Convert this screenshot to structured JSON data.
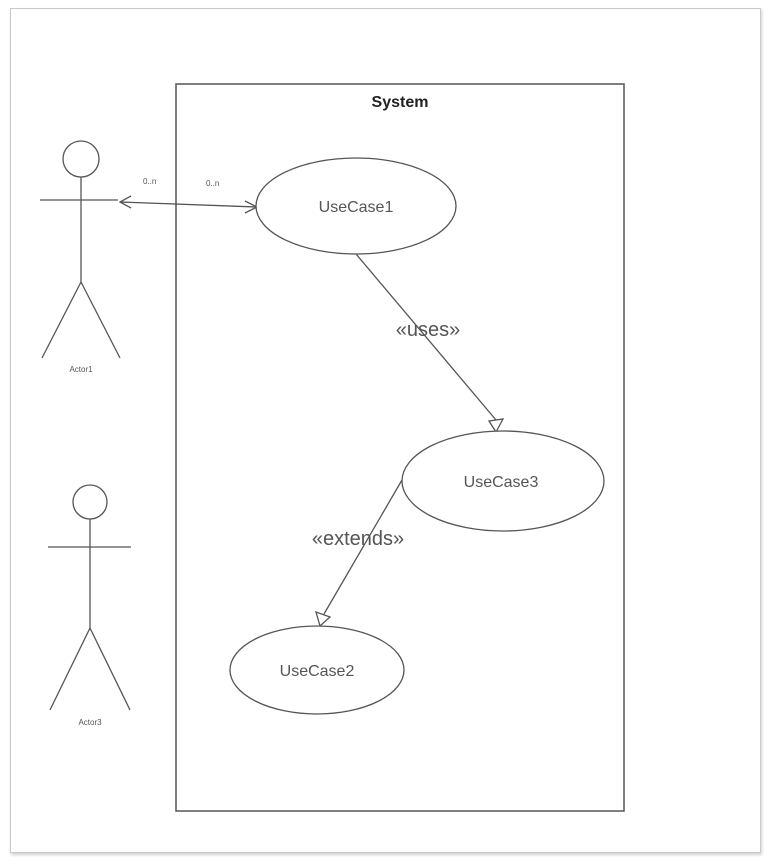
{
  "system": {
    "title": "System"
  },
  "actors": [
    {
      "name": "Actor1"
    },
    {
      "name": "Actor3"
    }
  ],
  "use_cases": [
    {
      "label": "UseCase1"
    },
    {
      "label": "UseCase3"
    },
    {
      "label": "UseCase2"
    }
  ],
  "associations": {
    "actor1_usecase1": {
      "actor_end": "0..n",
      "usecase_end": "0..n"
    }
  },
  "relationships": {
    "uses": "«uses»",
    "extends": "«extends»"
  }
}
